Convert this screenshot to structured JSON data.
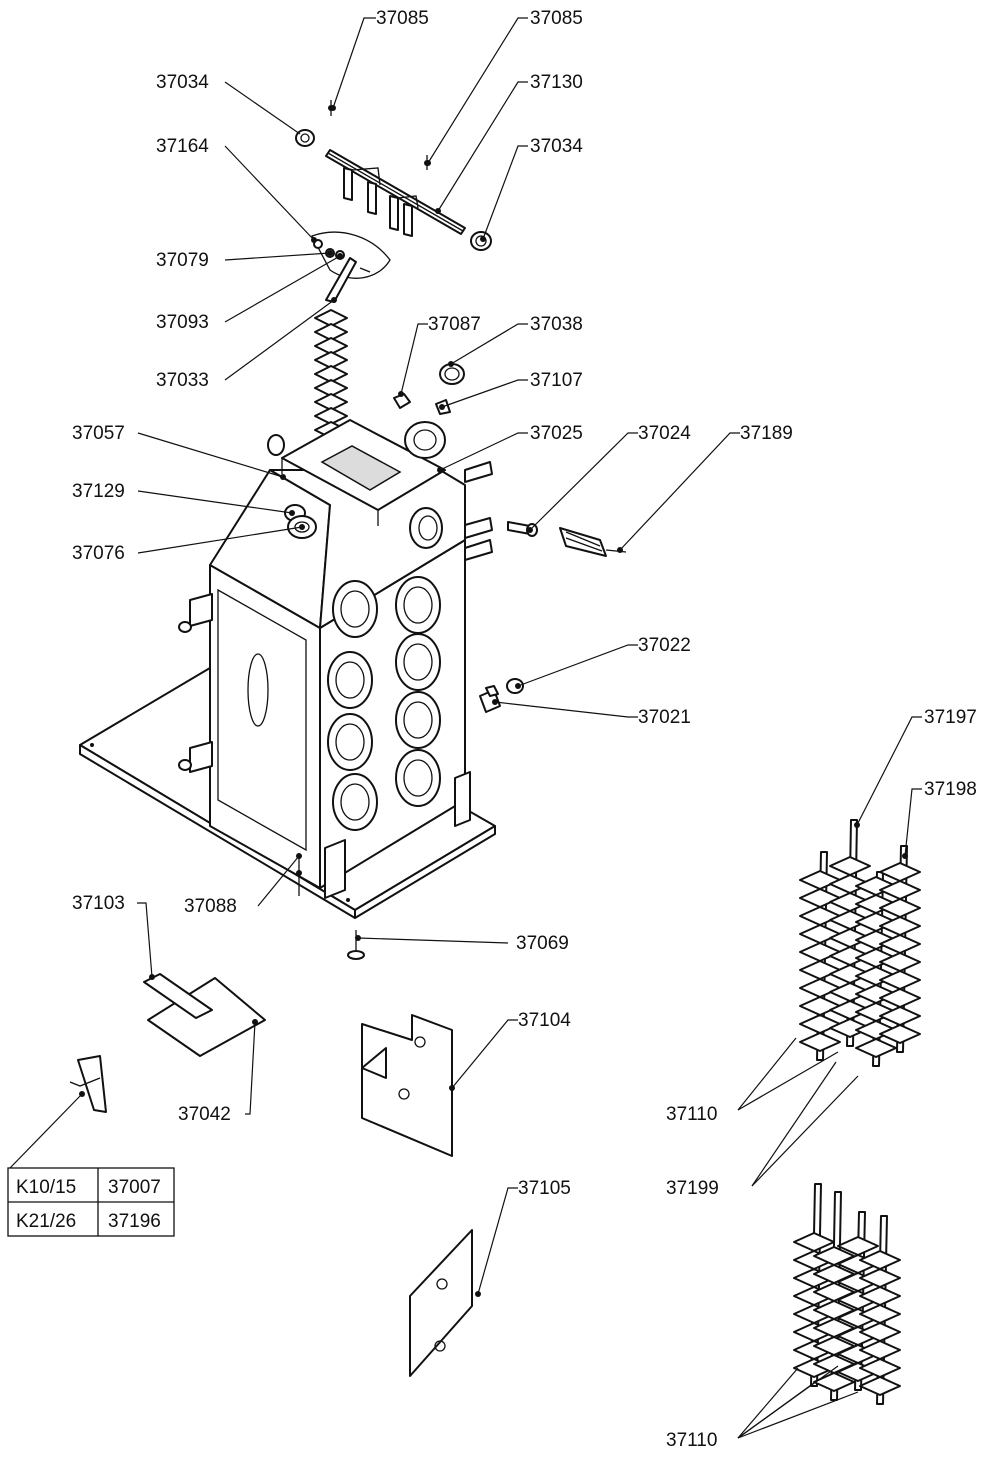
{
  "diagram": {
    "labels": [
      {
        "id": "l-37085a",
        "text": "37085"
      },
      {
        "id": "l-37085b",
        "text": "37085"
      },
      {
        "id": "l-37034a",
        "text": "37034"
      },
      {
        "id": "l-37130",
        "text": "37130"
      },
      {
        "id": "l-37164",
        "text": "37164"
      },
      {
        "id": "l-37034b",
        "text": "37034"
      },
      {
        "id": "l-37079",
        "text": "37079"
      },
      {
        "id": "l-37093",
        "text": "37093"
      },
      {
        "id": "l-37087",
        "text": "37087"
      },
      {
        "id": "l-37038",
        "text": "37038"
      },
      {
        "id": "l-37033",
        "text": "37033"
      },
      {
        "id": "l-37107",
        "text": "37107"
      },
      {
        "id": "l-37057",
        "text": "37057"
      },
      {
        "id": "l-37025",
        "text": "37025"
      },
      {
        "id": "l-37024",
        "text": "37024"
      },
      {
        "id": "l-37189",
        "text": "37189"
      },
      {
        "id": "l-37129",
        "text": "37129"
      },
      {
        "id": "l-37076",
        "text": "37076"
      },
      {
        "id": "l-37022",
        "text": "37022"
      },
      {
        "id": "l-37021",
        "text": "37021"
      },
      {
        "id": "l-37197",
        "text": "37197"
      },
      {
        "id": "l-37198",
        "text": "37198"
      },
      {
        "id": "l-37103",
        "text": "37103"
      },
      {
        "id": "l-37088",
        "text": "37088"
      },
      {
        "id": "l-37069",
        "text": "37069"
      },
      {
        "id": "l-37104",
        "text": "37104"
      },
      {
        "id": "l-37042",
        "text": "37042"
      },
      {
        "id": "l-37110a",
        "text": "37110"
      },
      {
        "id": "l-37199",
        "text": "37199"
      },
      {
        "id": "l-37105",
        "text": "37105"
      },
      {
        "id": "l-37110b",
        "text": "37110"
      }
    ],
    "variant_table": {
      "rows": [
        [
          "K10/15",
          "37007"
        ],
        [
          "K21/26",
          "37196"
        ]
      ]
    }
  }
}
